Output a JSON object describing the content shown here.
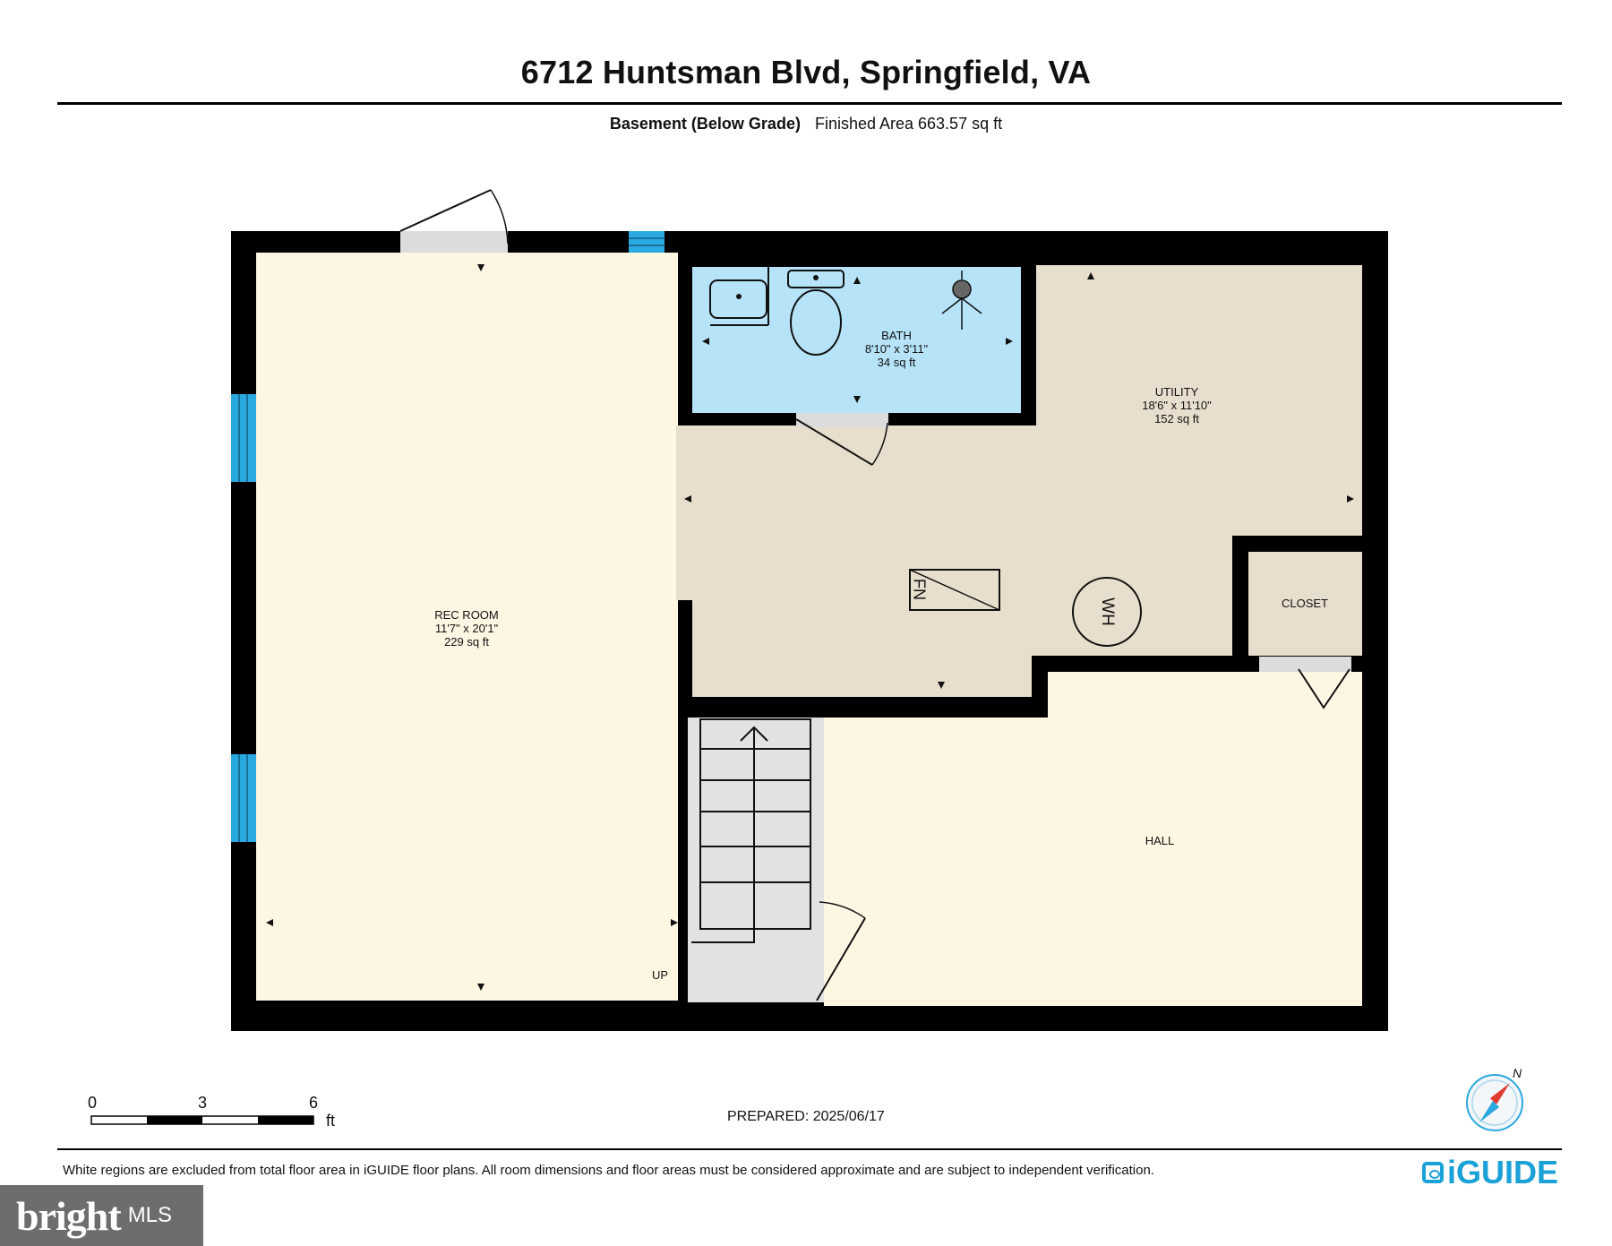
{
  "header": {
    "title": "6712 Huntsman Blvd, Springfield, VA",
    "level": "Basement (Below Grade)",
    "area": "Finished Area 663.57 sq ft"
  },
  "rooms": {
    "rec_room": {
      "name": "REC ROOM",
      "dims": "11'7\" x 20'1\"",
      "area": "229 sq ft"
    },
    "bath": {
      "name": "BATH",
      "dims": "8'10\" x 3'11\"",
      "area": "34 sq ft"
    },
    "utility": {
      "name": "UTILITY",
      "dims": "18'6\" x 11'10\"",
      "area": "152 sq ft"
    },
    "closet": {
      "name": "CLOSET"
    },
    "hall": {
      "name": "HALL"
    },
    "stairs": {
      "label": "UP"
    }
  },
  "fixtures": {
    "furnace": "FN",
    "water_heater": "WH"
  },
  "scale": {
    "ticks": [
      "0",
      "3",
      "6"
    ],
    "unit": "ft"
  },
  "compass": {
    "north": "N"
  },
  "footer": {
    "prepared": "PREPARED: 2025/06/17",
    "disclaimer": "White regions are excluded from total floor area in iGUIDE floor plans. All room dimensions and floor areas must be considered approximate and are subject to independent verification.",
    "brand": "iGUIDE"
  },
  "watermark": {
    "brand": "bright",
    "suffix": "MLS"
  },
  "colors": {
    "rec_room_fill": "#fdf6e3",
    "hall_fill": "#fdf6e3",
    "utility_fill": "#e8dece",
    "closet_fill": "#e8dece",
    "bath_fill": "#b6e3f8",
    "window": "#2aa8e0",
    "stairs": "#e2e2e2",
    "brand": "#1aa1d8"
  }
}
